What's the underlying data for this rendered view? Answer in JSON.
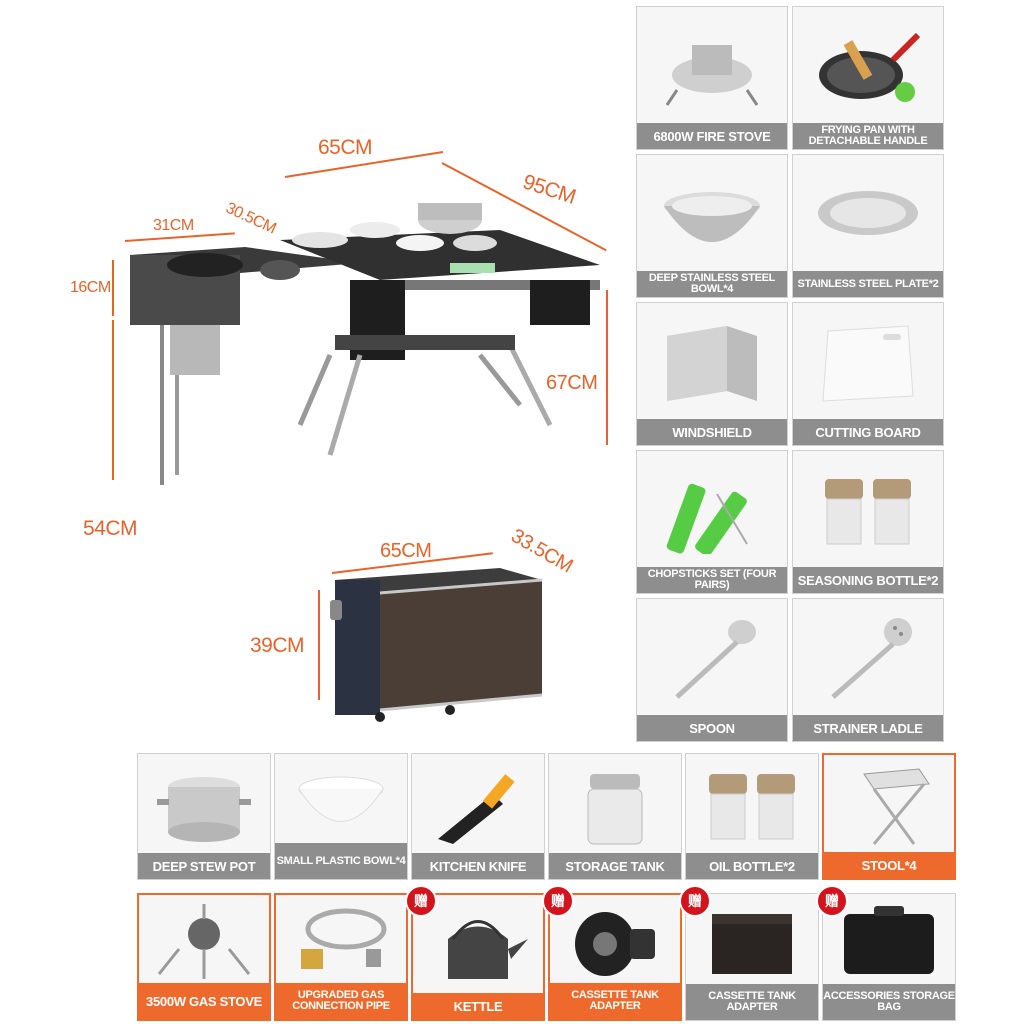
{
  "dimensions": {
    "top_width": "65CM",
    "top_depth": "95CM",
    "side_width": "31CM",
    "side_depth": "30.5CM",
    "side_height": "16CM",
    "table_height": "67CM",
    "leg_height": "54CM",
    "box_width": "65CM",
    "box_depth": "33.5CM",
    "box_height": "39CM"
  },
  "colors": {
    "accent": "#e8632a",
    "caption_gray": "#8e8e8e",
    "gift_red": "#d4141c"
  },
  "gift_badge": "赠",
  "right_grid": [
    {
      "label": "6800W FIRE STOVE",
      "icon": "stove-icon"
    },
    {
      "label": "FRYING PAN WITH DETACHABLE HANDLE",
      "icon": "frying-pan-icon"
    },
    {
      "label": "DEEP STAINLESS STEEL BOWL*4",
      "icon": "bowl-icon"
    },
    {
      "label": "STAINLESS STEEL PLATE*2",
      "icon": "plate-icon"
    },
    {
      "label": "WINDSHIELD",
      "icon": "windshield-icon"
    },
    {
      "label": "CUTTING BOARD",
      "icon": "cutting-board-icon"
    },
    {
      "label": "CHOPSTICKS SET (FOUR PAIRS)",
      "icon": "chopsticks-icon"
    },
    {
      "label": "SEASONING BOTTLE*2",
      "icon": "seasoning-bottle-icon"
    },
    {
      "label": "SPOON",
      "icon": "spoon-icon"
    },
    {
      "label": "STRAINER LADLE",
      "icon": "strainer-ladle-icon"
    }
  ],
  "row1": [
    {
      "label": "DEEP STEW POT",
      "icon": "stew-pot-icon"
    },
    {
      "label": "SMALL PLASTIC BOWL*4",
      "icon": "plastic-bowl-icon"
    },
    {
      "label": "KITCHEN KNIFE",
      "icon": "knife-icon"
    },
    {
      "label": "STORAGE TANK",
      "icon": "storage-tank-icon"
    },
    {
      "label": "OIL BOTTLE*2",
      "icon": "oil-bottle-icon"
    },
    {
      "label": "STOOL*4",
      "icon": "stool-icon"
    }
  ],
  "row2": [
    {
      "label": "3500W GAS STOVE",
      "icon": "gas-stove-icon"
    },
    {
      "label": "UPGRADED GAS CONNECTION PIPE",
      "icon": "gas-pipe-icon"
    },
    {
      "label": "KETTLE",
      "icon": "kettle-icon"
    },
    {
      "label": "CASSETTE TANK ADAPTER",
      "icon": "cassette-adapter-icon"
    },
    {
      "label": "CASSETTE TANK ADAPTER",
      "icon": "cassette-case-icon"
    },
    {
      "label": "ACCESSORIES STORAGE BAG",
      "icon": "storage-bag-icon"
    }
  ]
}
